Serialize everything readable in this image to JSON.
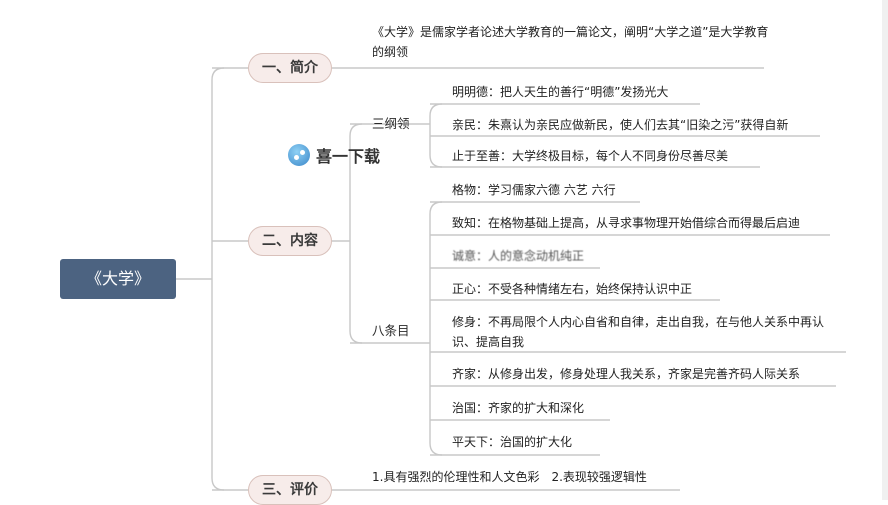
{
  "root": {
    "label": "《大学》"
  },
  "intro": {
    "label": "一、简介",
    "text": "《大学》是儒家学者论述大学教育的一篇论文，阐明“大学之道”是大学教育的纲领"
  },
  "content": {
    "label": "二、内容",
    "sangang": {
      "label": "三纲领",
      "items": [
        "明明德：把人天生的善行“明德”发扬光大",
        "亲民：朱熹认为亲民应做新民，使人们去其“旧染之污”获得自新",
        "止于至善：大学终极目标，每个人不同身份尽善尽美"
      ]
    },
    "batiaomu": {
      "label": "八条目",
      "items": [
        "格物：学习儒家六德 六艺 六行",
        "致知：在格物基础上提高，从寻求事物理开始借综合而得最后启迪",
        "诚意：人的意念动机纯正",
        "正心：不受各种情绪左右，始终保持认识中正",
        "修身：不再局限个人内心自省和自律，走出自我，在与他人关系中再认识、提高自我",
        "齐家：从修身出发，修身处理人我关系，齐家是完善齐码人际关系",
        "治国：齐家的扩大和深化",
        "平天下：治国的扩大化"
      ]
    }
  },
  "evaluation": {
    "label": "三、评价",
    "text": "1.具有强烈的伦理性和人文色彩　2.表现较强逻辑性"
  },
  "watermark": {
    "icon": "share-icon",
    "text": "喜一下载"
  },
  "colors": {
    "root_bg": "#4c6381",
    "l1_bg": "#f7ecea",
    "line": "#c8c8c8"
  }
}
